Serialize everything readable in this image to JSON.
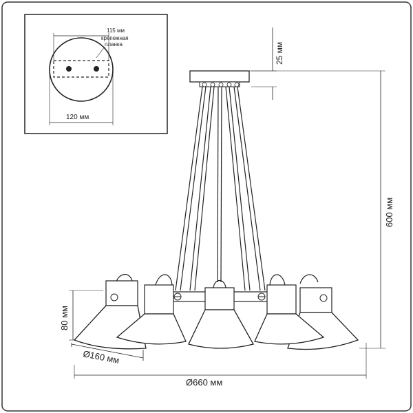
{
  "inset": {
    "dim_width_strip": "115 мм",
    "strip_label_line1": "крепежная",
    "strip_label_line2": "планка",
    "dim_diameter": "120 мм"
  },
  "dimensions": {
    "canopy_height": "25 мм",
    "total_height": "600 мм",
    "shade_height": "80 мм",
    "shade_diameter": "Ø160 мм",
    "total_diameter": "Ø660 мм"
  },
  "colors": {
    "line": "#222222",
    "frame": "#333333",
    "background": "#ffffff"
  }
}
